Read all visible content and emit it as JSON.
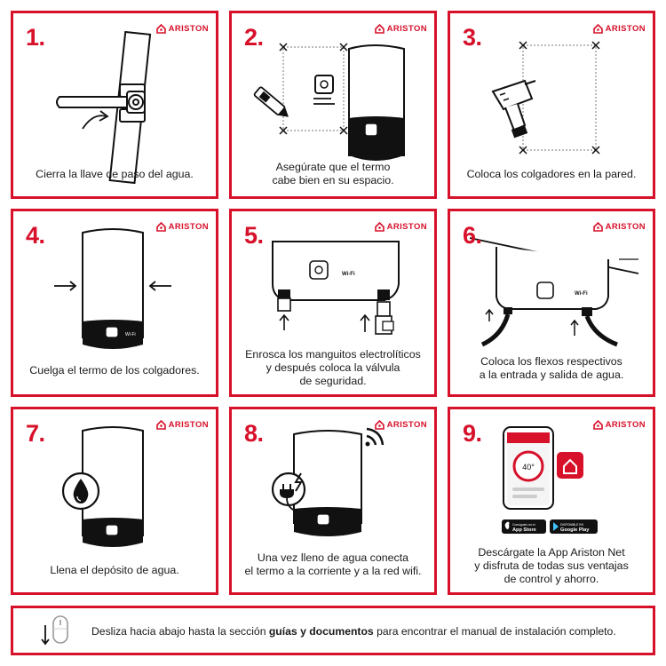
{
  "brand": "ARISTON",
  "accent_color": "#d7112a",
  "steps": [
    {
      "number": "1.",
      "caption": [
        "Cierra la llave de paso del agua."
      ]
    },
    {
      "number": "2.",
      "caption": [
        "Asegúrate que el termo",
        "cabe bien en su espacio."
      ]
    },
    {
      "number": "3.",
      "caption": [
        "Coloca los colgadores en la pared."
      ]
    },
    {
      "number": "4.",
      "caption": [
        "Cuelga el termo de los colgadores."
      ]
    },
    {
      "number": "5.",
      "caption": [
        "Enrosca los manguitos electrolíticos",
        "y después coloca la válvula",
        "de seguridad."
      ]
    },
    {
      "number": "6.",
      "caption": [
        "Coloca los flexos respectivos",
        "a la entrada y salida de agua."
      ]
    },
    {
      "number": "7.",
      "caption": [
        "Llena el depósito de agua."
      ]
    },
    {
      "number": "8.",
      "caption": [
        "Una vez lleno de agua conecta",
        "el termo a la corriente y a la red wifi."
      ]
    },
    {
      "number": "9.",
      "caption": [
        "Descárgate la App Ariston Net",
        "y disfruta de todas sus ventajas",
        "de control y ahorro."
      ]
    }
  ],
  "heater_label": "Wi-Fi",
  "phone": {
    "temperature": "40°"
  },
  "stores": {
    "appstore_small": "Consíguelo en el",
    "appstore_name": "App Store",
    "googleplay_small": "DISPONIBLE EN",
    "googleplay_name": "Google Play"
  },
  "footer": {
    "text_before": "Desliza hacia abajo hasta la sección ",
    "text_bold": "guías y documentos",
    "text_after": " para encontrar el manual de instalación completo."
  }
}
